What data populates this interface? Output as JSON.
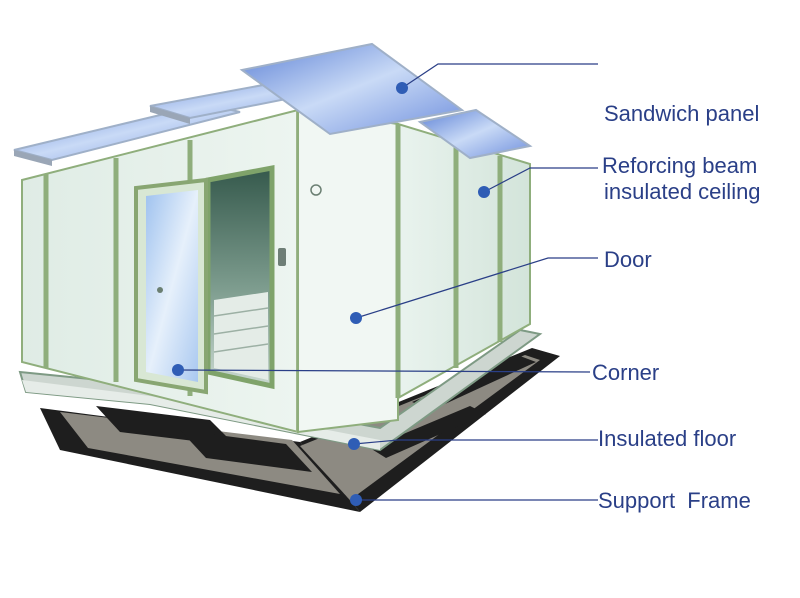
{
  "labels": {
    "ceiling_line1": "Sandwich panel",
    "ceiling_line2": "insulated ceiling",
    "beam": "Reforcing beam",
    "door": "Door",
    "corner": "Corner",
    "floor": "Insulated floor",
    "frame": "Support  Frame"
  },
  "colors": {
    "label_text": "#2a3f87",
    "leader_line": "#2a3f87",
    "marker_dot": "#2f5db5",
    "wall_panel": "#e7f1ec",
    "panel_seam": "#8fae7c",
    "ceiling_panel": "#7f9fe0",
    "door_glass": "#c7dcf7",
    "base_frame": "#1e1e1e"
  }
}
